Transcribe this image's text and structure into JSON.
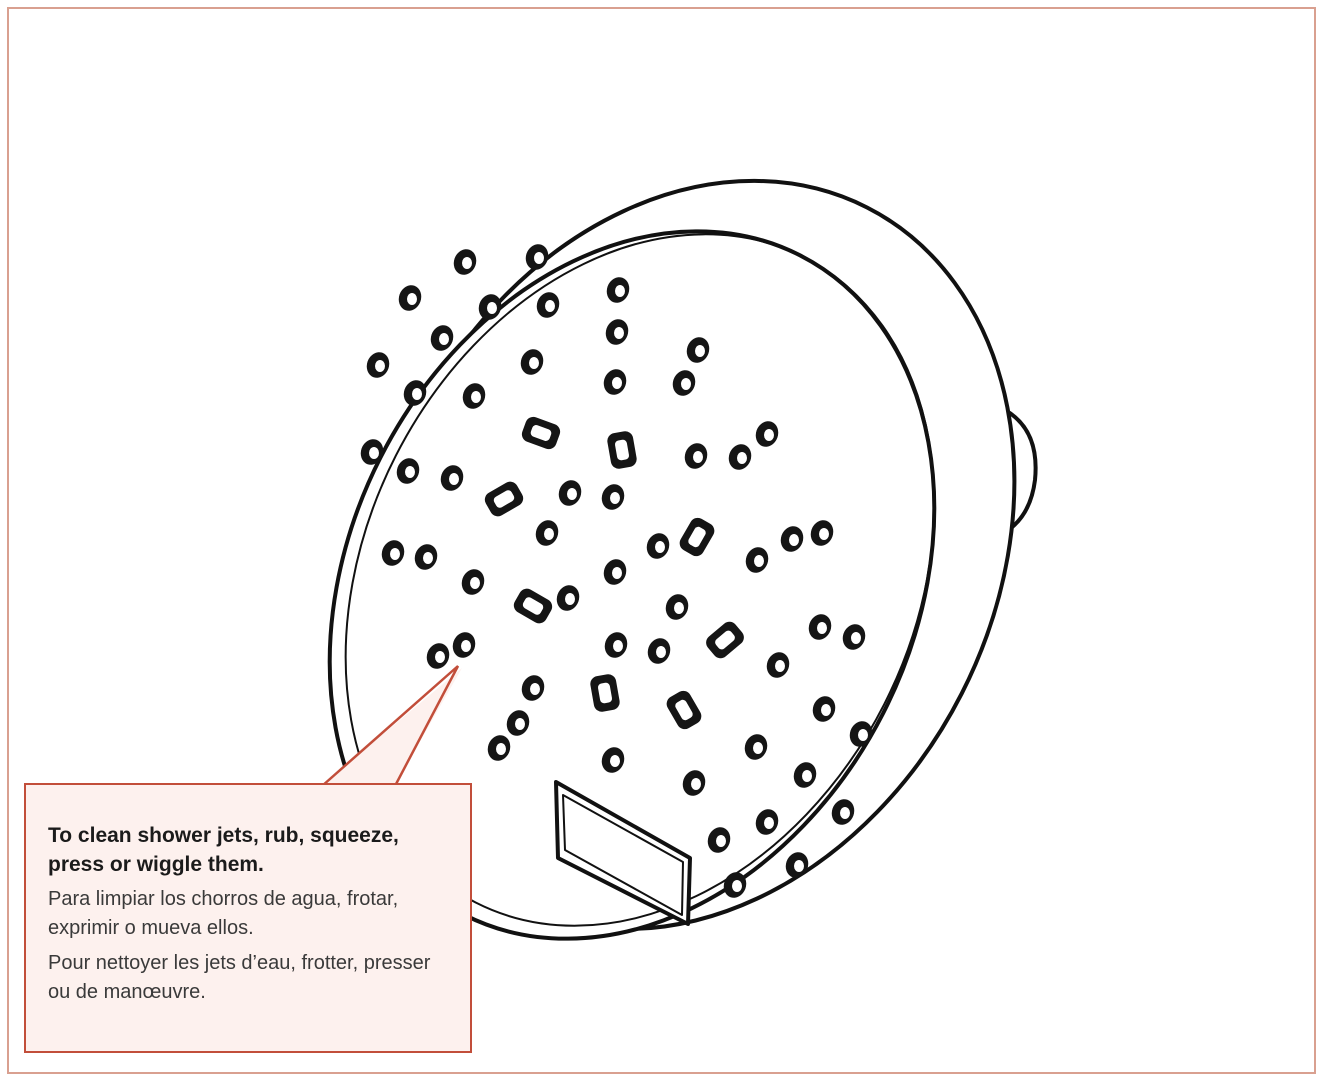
{
  "callout": {
    "en": "To clean shower jets, rub, squeeze, press or wiggle them.",
    "es": "Para limpiar los chorros de agua, frotar, exprimir o mueva ellos.",
    "fr": "Pour nettoyer les jets d’eau, frotter, presser ou de manœuvre."
  },
  "colors": {
    "frame": "#d9a090",
    "callout_border": "#c24e3a",
    "callout_fill": "#fdf1ee",
    "line_art": "#111111"
  }
}
